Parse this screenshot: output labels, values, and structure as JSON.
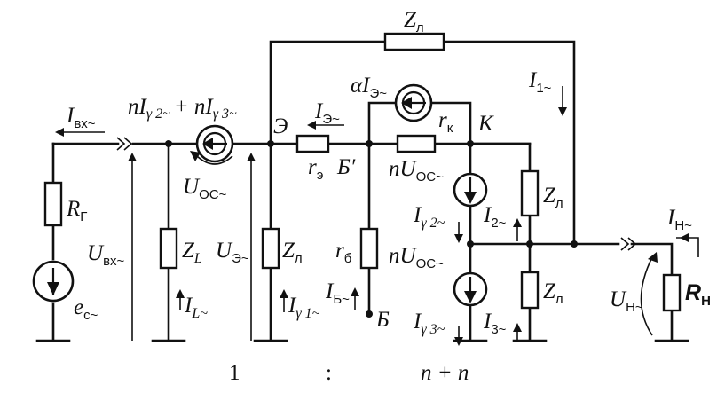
{
  "labels": {
    "i_in": "I",
    "i_in_sub": "вх~",
    "n_ig": "nI",
    "n_ig_sub2": "γ 2~",
    "plus": "+ nI",
    "n_ig_sub3": "γ 3~",
    "e_node": "Э",
    "i_e": "I",
    "i_e_sub": "Э~",
    "r_e": "r",
    "r_e_sub": "э",
    "b_prime": "Б′",
    "alpha": "αI",
    "alpha_sub": "Э~",
    "r_k": "r",
    "r_k_sub": "к",
    "k_node": "K",
    "z_top": "Z",
    "z_top_sub": "л",
    "i1": "I",
    "i1_sub": "1~",
    "u_oc": "U",
    "u_oc_sub": "OC~",
    "n_u_oc_1": "nU",
    "n_u_oc_1_sub": "OC~",
    "n_u_oc_2": "nU",
    "n_u_oc_2_sub": "OC~",
    "r_g": "R",
    "r_g_sub": "Г",
    "u_in": "U",
    "u_in_sub": "вх~",
    "z_L": "Z",
    "z_L_sub": "L",
    "u_e": "U",
    "u_e_sub": "Э~",
    "z_l1": "Z",
    "z_l1_sub": "л",
    "r_b": "r",
    "r_b_sub": "б",
    "ig2": "I",
    "ig2_sub": "γ 2~",
    "i2": "I",
    "i2_sub": "2~",
    "z_l2": "Z",
    "z_l2_sub": "л",
    "z_l3": "Z",
    "z_l3_sub": "л",
    "i_n": "I",
    "i_n_sub": "Н~",
    "u_n": "U",
    "u_n_sub": "Н~",
    "r_n": "R",
    "r_n_sub": "Н",
    "e_c": "e",
    "e_c_sub": "c~",
    "i_L": "I",
    "i_L_sub": "L~",
    "ig1": "I",
    "ig1_sub": "γ 1~",
    "i_b": "I",
    "i_b_sub": "Б~",
    "b_node": "Б",
    "ig3": "I",
    "ig3_sub": "γ 3~",
    "i3": "I",
    "i3_sub": "3~",
    "ratio_left": "1",
    "ratio_colon": ":",
    "ratio_right": "n + n"
  }
}
